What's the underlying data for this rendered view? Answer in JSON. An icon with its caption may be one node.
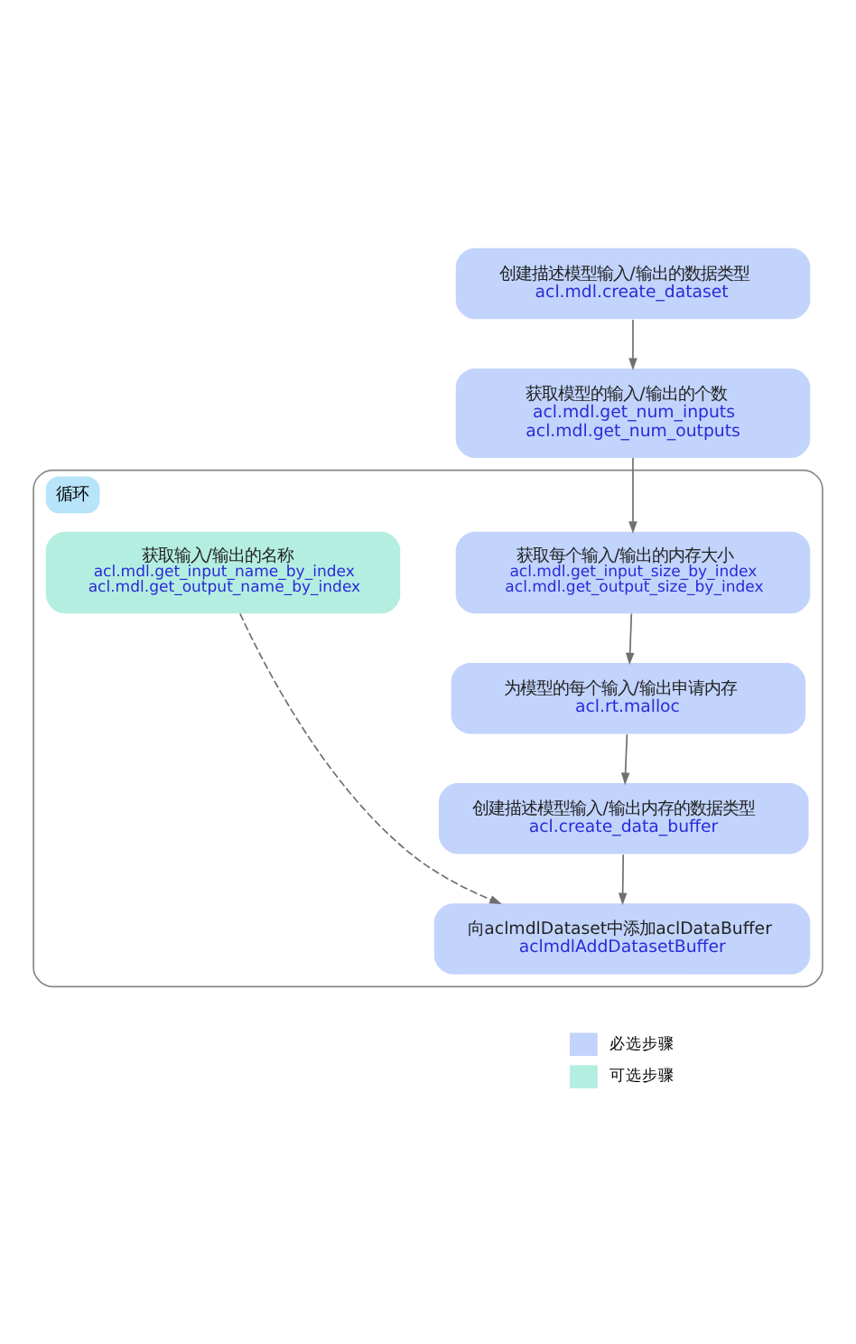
{
  "diagram": {
    "nodes": [
      {
        "text": [
          "创建描述模型输入/输出的数据类型",
          "acl.mdl.create_dataset"
        ]
      },
      {
        "text": [
          "获取模型的输入/输出的个数",
          "acl.mdl.get_num_inputs",
          "acl.mdl.get_num_outputs"
        ]
      },
      {
        "text": [
          "循环"
        ]
      },
      {
        "text": [
          "获取每个输入/输出的内存大小",
          "acl.mdl.get_input_size_by_index",
          "acl.mdl.get_output_size_by_index"
        ],
        "in": 2
      },
      {
        "text": [
          "为模型的每个输入/输出申请内存",
          "acl.rt.malloc"
        ],
        "in": 2
      },
      {
        "text": [
          "创建描述模型输入/输出内存的数据类型",
          "acl.create_data_buffer"
        ],
        "in": 2
      },
      {
        "text": [
          "获取输入/输出的名称",
          "acl.mdl.get_input_name_by_index",
          "acl.mdl.get_output_name_by_index"
        ],
        "in": 2
      },
      {
        "text": [
          "向aclmdlDataset中添加aclDataBuffer",
          "aclmdlAddDatasetBuffer"
        ],
        "in": 2
      }
    ],
    "edges": [
      {
        "from": 0,
        "to": 1,
        "arrow": "to"
      },
      {
        "from": 1,
        "to": 3,
        "arrow": "to"
      },
      {
        "from": 3,
        "to": 4,
        "arrow": "to"
      },
      {
        "from": 4,
        "to": 5,
        "arrow": "to"
      },
      {
        "from": 5,
        "to": 7,
        "arrow": "to"
      },
      {
        "from": 6,
        "to": 7,
        "arrow": "to",
        "style": "dashed"
      }
    ],
    "legend": [
      {
        "text": "必选步骤",
        "color": "#c2d4fc"
      },
      {
        "text": "可选步骤",
        "color": "#b4eee0"
      }
    ]
  }
}
